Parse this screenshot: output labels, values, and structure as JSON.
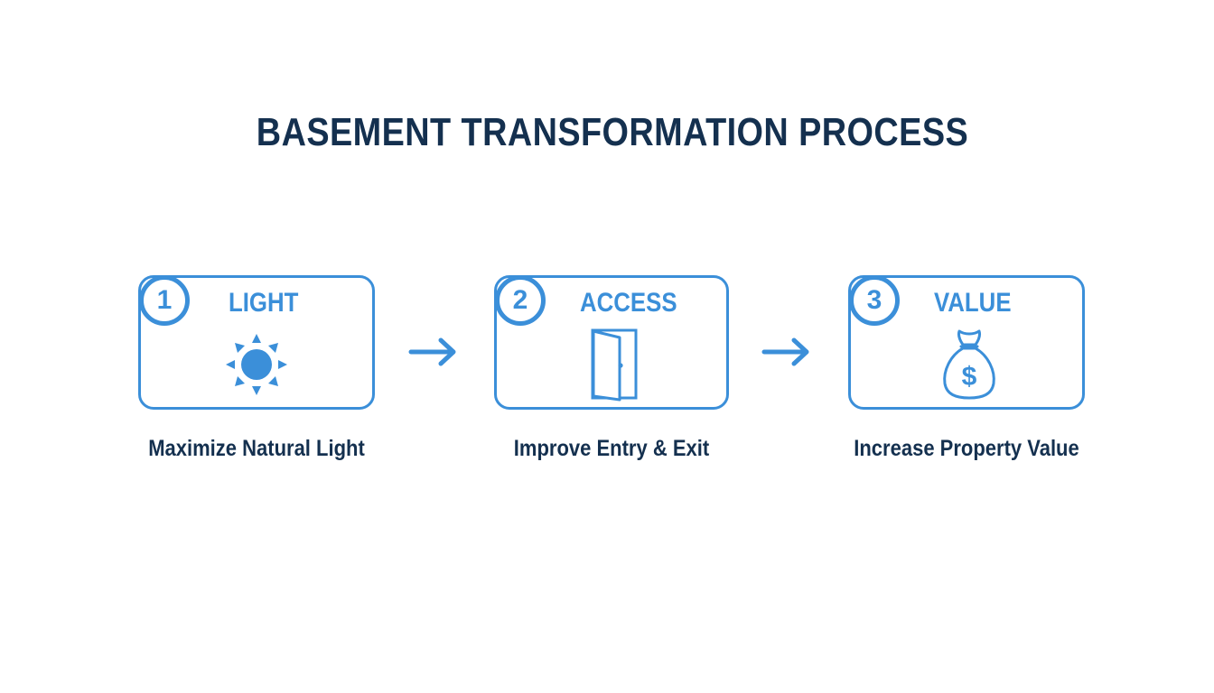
{
  "title": "BASEMENT TRANSFORMATION PROCESS",
  "colors": {
    "accent": "#3b8fd9",
    "title": "#14304f",
    "background": "#ffffff"
  },
  "steps": [
    {
      "number": "1",
      "label": "LIGHT",
      "icon": "sun-icon",
      "caption": "Maximize Natural Light"
    },
    {
      "number": "2",
      "label": "ACCESS",
      "icon": "door-icon",
      "caption": "Improve Entry & Exit"
    },
    {
      "number": "3",
      "label": "VALUE",
      "icon": "money-bag-icon",
      "caption": "Increase Property Value"
    }
  ],
  "connectors": [
    "arrow-right-icon",
    "arrow-right-icon"
  ]
}
